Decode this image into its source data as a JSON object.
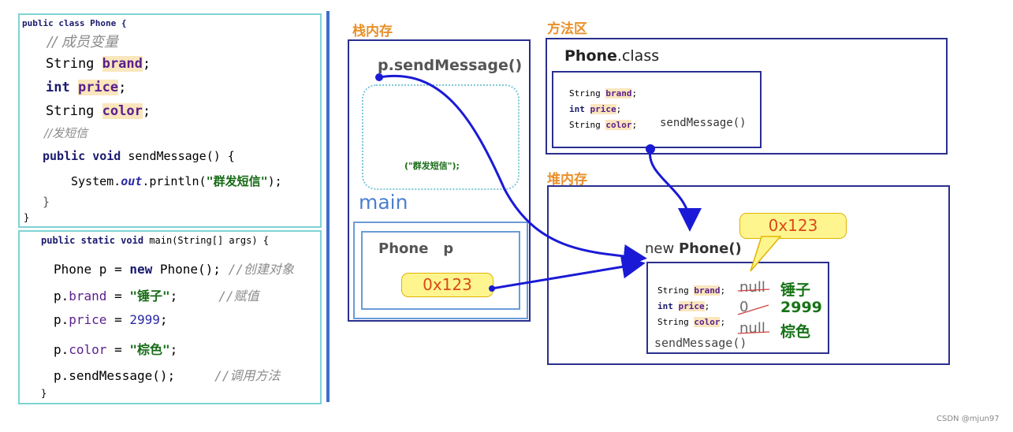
{
  "code_top": {
    "class_decl": "public class Phone {",
    "comment_fields": "// 成员变量",
    "field_brand": [
      "String ",
      "brand",
      ";"
    ],
    "field_price": [
      "int ",
      "price",
      ";"
    ],
    "field_color": [
      "String ",
      "color",
      ";"
    ],
    "comment_method": "//发短信",
    "method_decl": [
      "public void ",
      "sendMessage() {"
    ],
    "method_body": [
      "System.",
      "out",
      ".println(",
      "\"群发短信\"",
      ");"
    ],
    "close_method": "}",
    "close_class": "}"
  },
  "code_bottom": {
    "main_decl": [
      "public static void ",
      "main(String[] args) {"
    ],
    "line1": [
      "Phone p = ",
      "new ",
      "Phone(); ",
      "//创建对象"
    ],
    "line2": [
      "p.",
      "brand",
      " = ",
      "\"锤子\"",
      ";",
      "//赋值"
    ],
    "line3": [
      "p.",
      "price",
      " = ",
      "2999",
      ";"
    ],
    "line4": [
      "p.",
      "color",
      " = ",
      "\"棕色\"",
      ";"
    ],
    "line5": [
      "p.sendMessage();",
      "//调用方法"
    ],
    "close": "}"
  },
  "stack": {
    "title": "栈内存",
    "method_call": "p.sendMessage()",
    "frame_text": "(\"群发短信\");",
    "main_label": "main",
    "var_decl": "Phone   p",
    "var_value": "0x123"
  },
  "method_area": {
    "title": "方法区",
    "class_label_bold": "Phone",
    "class_label_rest": ".class",
    "fields": [
      {
        "type": "String ",
        "name": "brand",
        "end": ";"
      },
      {
        "type": "int ",
        "name": "price",
        "end": ";"
      },
      {
        "type": "String ",
        "name": "color",
        "end": ";"
      }
    ],
    "method": "sendMessage()"
  },
  "heap": {
    "title": "堆内存",
    "new_prefix": "new ",
    "new_bold": "Phone()",
    "address_tag": "0x123",
    "fields": [
      {
        "type": "String ",
        "name": "brand",
        "end": ";",
        "old": "null",
        "new": "锤子"
      },
      {
        "type": "int ",
        "name": "price",
        "end": ";",
        "old": "0",
        "new": "2999"
      },
      {
        "type": "String ",
        "name": "color",
        "end": ";",
        "old": "null",
        "new": "棕色"
      }
    ],
    "method": "sendMessage()"
  },
  "watermark": "CSDN @mjun97",
  "colors": {
    "arrow": "#1a1ad6",
    "title_orange": "#e8902a",
    "navy_border": "#2a2f8f",
    "code_border": "#7fd3d4"
  }
}
